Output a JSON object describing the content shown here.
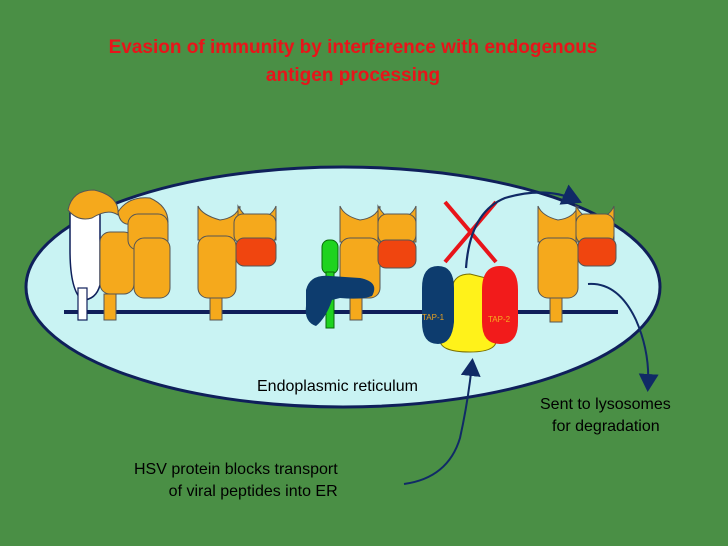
{
  "title": {
    "line1": "Evasion of immunity by interference with endogenous",
    "line2": "antigen processing"
  },
  "labels": {
    "er": "Endoplasmic reticulum",
    "lysosomes_line1": "Sent to lysosomes",
    "lysosomes_line2": "for degradation",
    "hsv_line1": "HSV protein blocks transport",
    "hsv_line2": "of viral peptides into ER",
    "tap1": "TAP-1",
    "tap2": "TAP-2"
  },
  "colors": {
    "background": "#4a8f45",
    "er": "#c9f3f3",
    "mhc": "#f5a91c",
    "beta2m": "#f0450f",
    "tap1": "#0d3c6e",
    "tap2": "#f21b1b",
    "title": "#e8141a",
    "block_x": "#e8141a"
  }
}
